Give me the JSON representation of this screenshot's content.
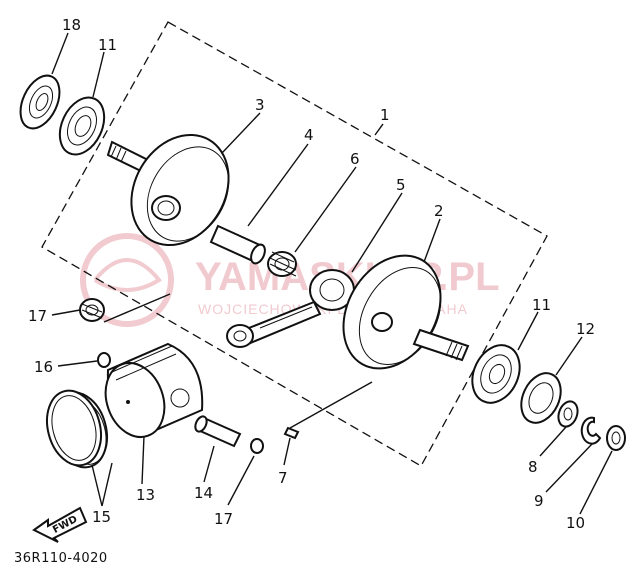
{
  "diagram": {
    "drawing_code": "36R110-4020",
    "fwd_label": "FWD",
    "watermark": {
      "title": "YAMASKLEP.PL",
      "subtitle": "WOJCIECHOWSKI DEALER YAMAHA"
    },
    "callouts": [
      "1",
      "2",
      "3",
      "4",
      "5",
      "6",
      "7",
      "8",
      "9",
      "10",
      "11",
      "11",
      "12",
      "13",
      "14",
      "15",
      "16",
      "17",
      "17",
      "18"
    ]
  }
}
